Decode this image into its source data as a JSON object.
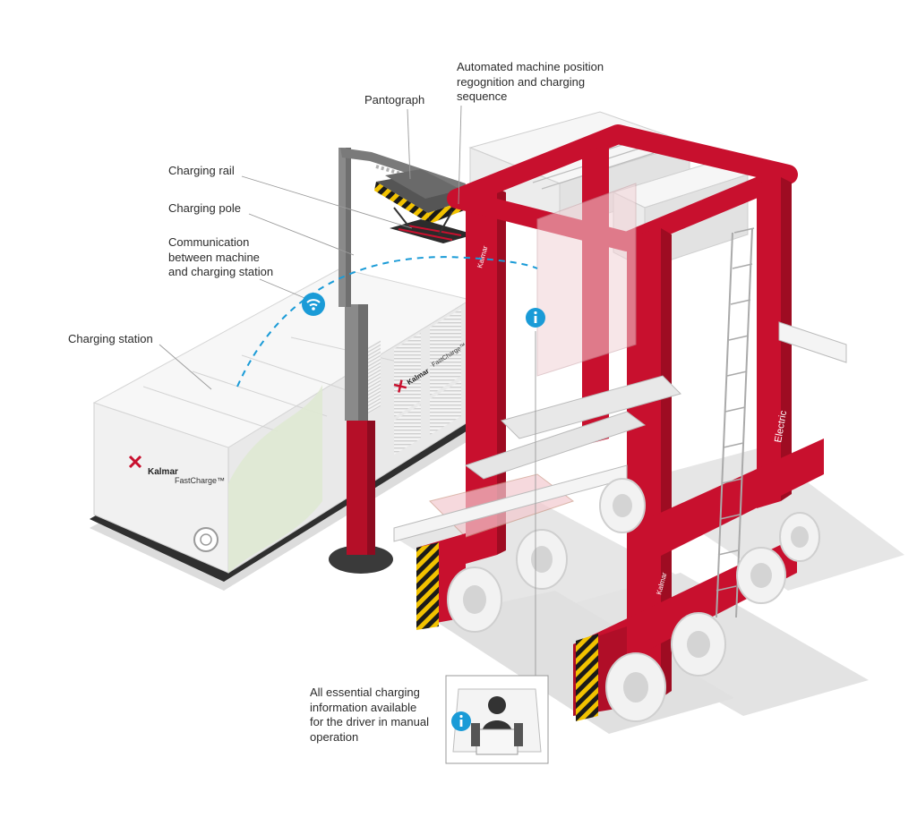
{
  "labels": {
    "automated": "Automated machine position\nregognition and charging\nsequence",
    "pantograph": "Pantograph",
    "charging_rail": "Charging rail",
    "charging_pole": "Charging pole",
    "communication": "Communication\nbetween  machine\nand charging station",
    "charging_station": "Charging station",
    "driver_info": "All essential charging\ninformation available\nfor the driver in manual\noperation"
  },
  "branding": {
    "station_brand": "Kalmar",
    "station_product": "FastCharge™",
    "station_brand_side": "Kalmar",
    "station_product_side": "FastCharge™",
    "crane_brand_top": "Kalmar",
    "crane_brand_leg": "Kalmar",
    "crane_side_text": "Electric"
  },
  "colors": {
    "crane_red": "#c8102e",
    "crane_red_dark": "#9e0c22",
    "info_blue": "#1a9bd7",
    "hazard_yellow": "#f2c200",
    "station_grey": "#e9e9e9"
  },
  "icons": {
    "wifi": "wifi-icon",
    "info": "info-icon"
  }
}
